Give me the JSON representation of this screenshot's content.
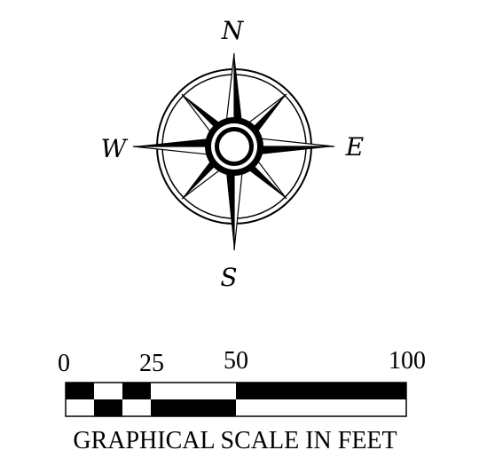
{
  "compass": {
    "north_label": "N",
    "east_label": "E",
    "south_label": "S",
    "west_label": "W"
  },
  "scale_bar": {
    "tick_labels": [
      "0",
      "25",
      "50",
      "100"
    ],
    "tick_values": [
      0,
      25,
      50,
      100
    ],
    "max_value": 100,
    "unit": "FEET",
    "title": "GRAPHICAL SCALE IN FEET"
  },
  "colors": {
    "ink": "#000000",
    "paper": "#ffffff"
  }
}
